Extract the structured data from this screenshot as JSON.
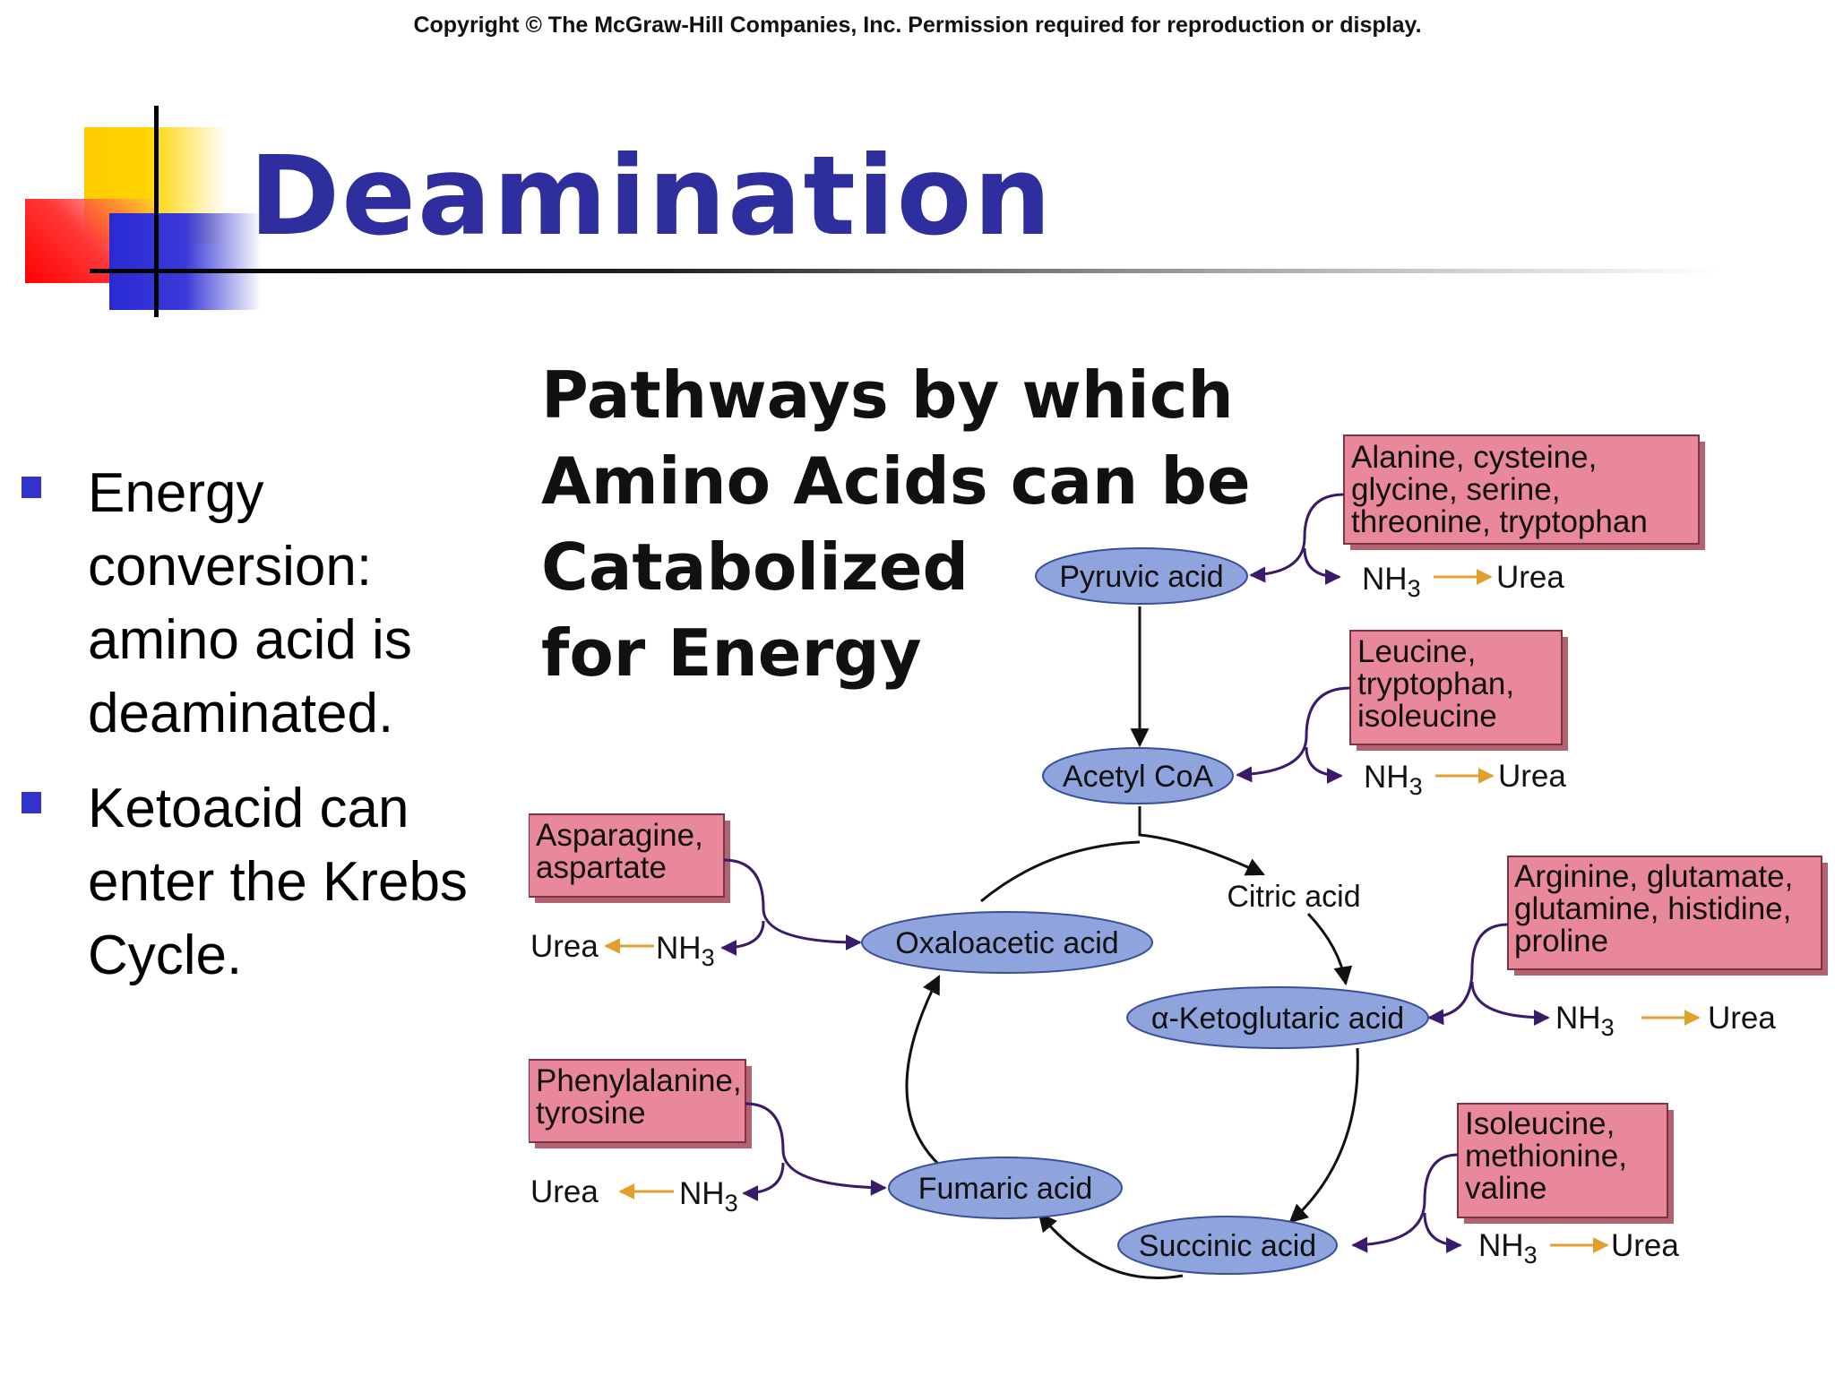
{
  "copyright": "Copyright © The McGraw-Hill Companies, Inc. Permission required for reproduction or display.",
  "slide_title": "Deamination",
  "bullets": [
    "Energy conversion: amino acid is deaminated.",
    "Ketoacid can enter the Krebs Cycle."
  ],
  "diagram": {
    "heading": [
      "Pathways by which",
      "Amino Acids can be",
      "Catabolized",
      "for Energy"
    ],
    "nodes": {
      "pyruvic": "Pyruvic acid",
      "acetyl": "Acetyl CoA",
      "oxaloacetic": "Oxaloacetic acid",
      "citric": "Citric acid",
      "ketoglutaric": "α-Ketoglutaric acid",
      "fumaric": "Fumaric acid",
      "succinic": "Succinic acid"
    },
    "boxes": {
      "box1": [
        "Alanine, cysteine,",
        "glycine, serine,",
        "threonine, tryptophan"
      ],
      "box2": [
        "Leucine,",
        "tryptophan,",
        "isoleucine"
      ],
      "box3": [
        "Asparagine,",
        "aspartate"
      ],
      "box4": [
        "Arginine, glutamate,",
        "glutamine, histidine,",
        "proline"
      ],
      "box5": [
        "Phenylalanine,",
        "tyrosine"
      ],
      "box6": [
        "Isoleucine,",
        "methionine,",
        "valine"
      ]
    },
    "nh3": "NH",
    "nh3_sub": "3",
    "urea": "Urea"
  },
  "colors": {
    "title": "#2e2e9e",
    "bullet": "#3333cc",
    "node_fill": "#8fa3dc",
    "node_stroke": "#3a4f9a",
    "box_fill": "#e8889a",
    "box_shadow": "#b36272",
    "urea_arrow": "#e0a030",
    "branch": "#3a1a6a"
  }
}
